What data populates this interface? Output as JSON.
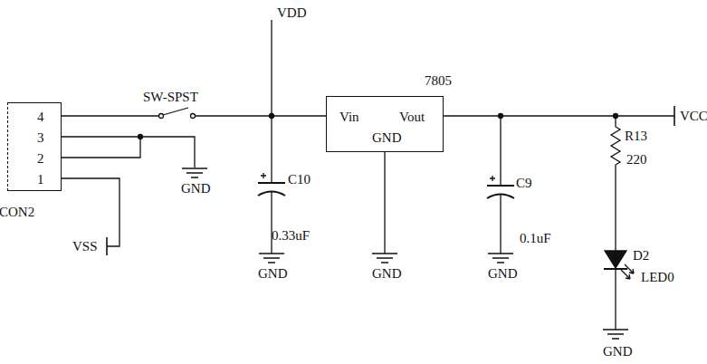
{
  "diagram": {
    "nodes": [
      {
        "text": [
          "4",
          "3",
          "2",
          "1",
          "CON2"
        ]
      },
      {
        "text": [
          "7805",
          "Vin",
          "Vout",
          "GND"
        ]
      }
    ],
    "edges": [
      {
        "from": 0,
        "to": 1,
        "arrow": "none"
      }
    ],
    "labels": [
      "VDD",
      "SW-SPST",
      "GND",
      "C10",
      "0.33uF",
      "GND",
      "GND",
      "C9",
      "0.1uF",
      "GND",
      "VCC",
      "R13",
      "220",
      "D2",
      "LED0",
      "GND",
      "VSS"
    ]
  }
}
